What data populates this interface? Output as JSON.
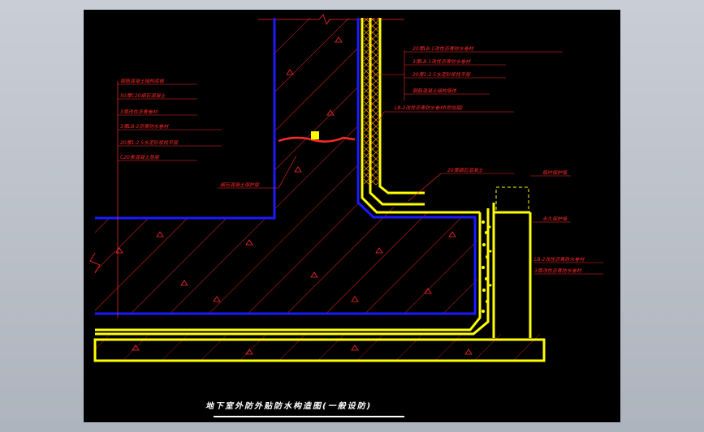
{
  "drawing": {
    "title": "地下室外防外贴防水构造图(一般设防)",
    "left_notes": [
      "钢筋混凝土结构底板",
      "50厚C20细石混凝土",
      "3厚改性沥青卷材",
      "3厚LB-2沥青防水卷材",
      "20厚1:2.5水泥砂浆找平层",
      "C20素混凝土垫层"
    ],
    "wall_note": "细石混凝土保护层",
    "upper_right_notes": [
      "20厚LB-1改性沥青防水卷材",
      "3厚LB-1改性沥青防水卷材",
      "20厚1:2.5水泥砂浆找平层",
      "钢筋混凝土结构墙体"
    ],
    "mid_note": "LB-2改性沥青防水卷材(附加层)",
    "inner_note": "20厚细石混凝土",
    "right_notes": [
      "临时保护墙",
      "永久保护墙",
      "LB-2改性沥青防水卷材",
      "3厚改性沥青防水卷材"
    ]
  },
  "colors": {
    "background": "#000000",
    "annotation": "#ff2a2a",
    "structure": "#1a1aff",
    "membrane": "#ffff00",
    "title": "#ffffff"
  }
}
